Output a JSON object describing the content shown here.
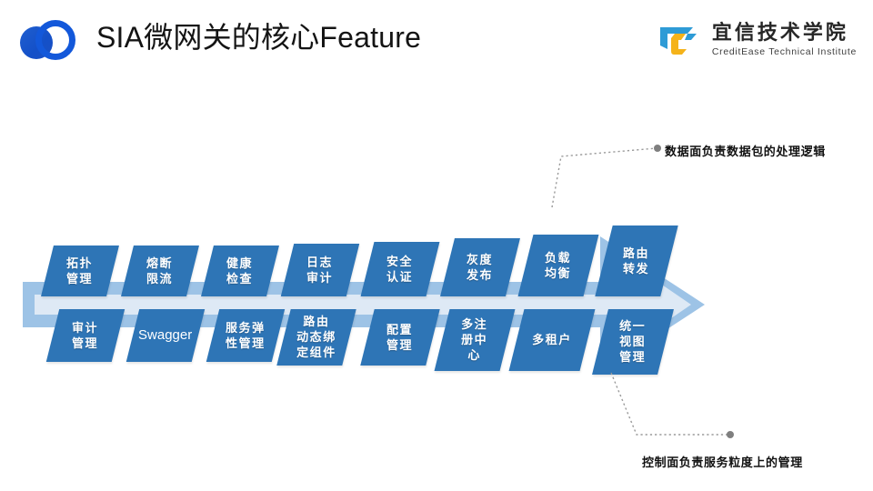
{
  "slide": {
    "title": "SIA微网关的核心Feature",
    "logo": {
      "icon": "two-circles-logo"
    }
  },
  "brand": {
    "cn": "宜信技术学院",
    "en": "CreditEase Technical Institute",
    "icon": "tc-monogram-icon",
    "colors": {
      "blue": "#2e9bd6",
      "yellow": "#f5b31a"
    }
  },
  "diagram": {
    "arrow": {
      "outer_color": "#9DC3E6",
      "inner_color": "#DEE9F5",
      "direction": "right"
    },
    "chip_color": "#2E75B6",
    "top_row": [
      {
        "label": "拓扑\n管理"
      },
      {
        "label": "熔断\n限流"
      },
      {
        "label": "健康\n检查"
      },
      {
        "label": "日志\n审计"
      },
      {
        "label": "安全\n认证"
      },
      {
        "label": "灰度\n发布"
      },
      {
        "label": "负载\n均衡"
      },
      {
        "label": "路由\n转发"
      }
    ],
    "bottom_row": [
      {
        "label": "审计\n管理"
      },
      {
        "label": "Swagger",
        "latin": true
      },
      {
        "label": "服务弹\n性管理"
      },
      {
        "label": "路由\n动态绑\n定组件"
      },
      {
        "label": "配置\n管理"
      },
      {
        "label": "多注\n册中\n心"
      },
      {
        "label": "多租户"
      },
      {
        "label": "统一\n视图\n管理"
      }
    ]
  },
  "callouts": {
    "top": "数据面负责数据包的处理逻辑",
    "bottom": "控制面负责服务粒度上的管理"
  }
}
